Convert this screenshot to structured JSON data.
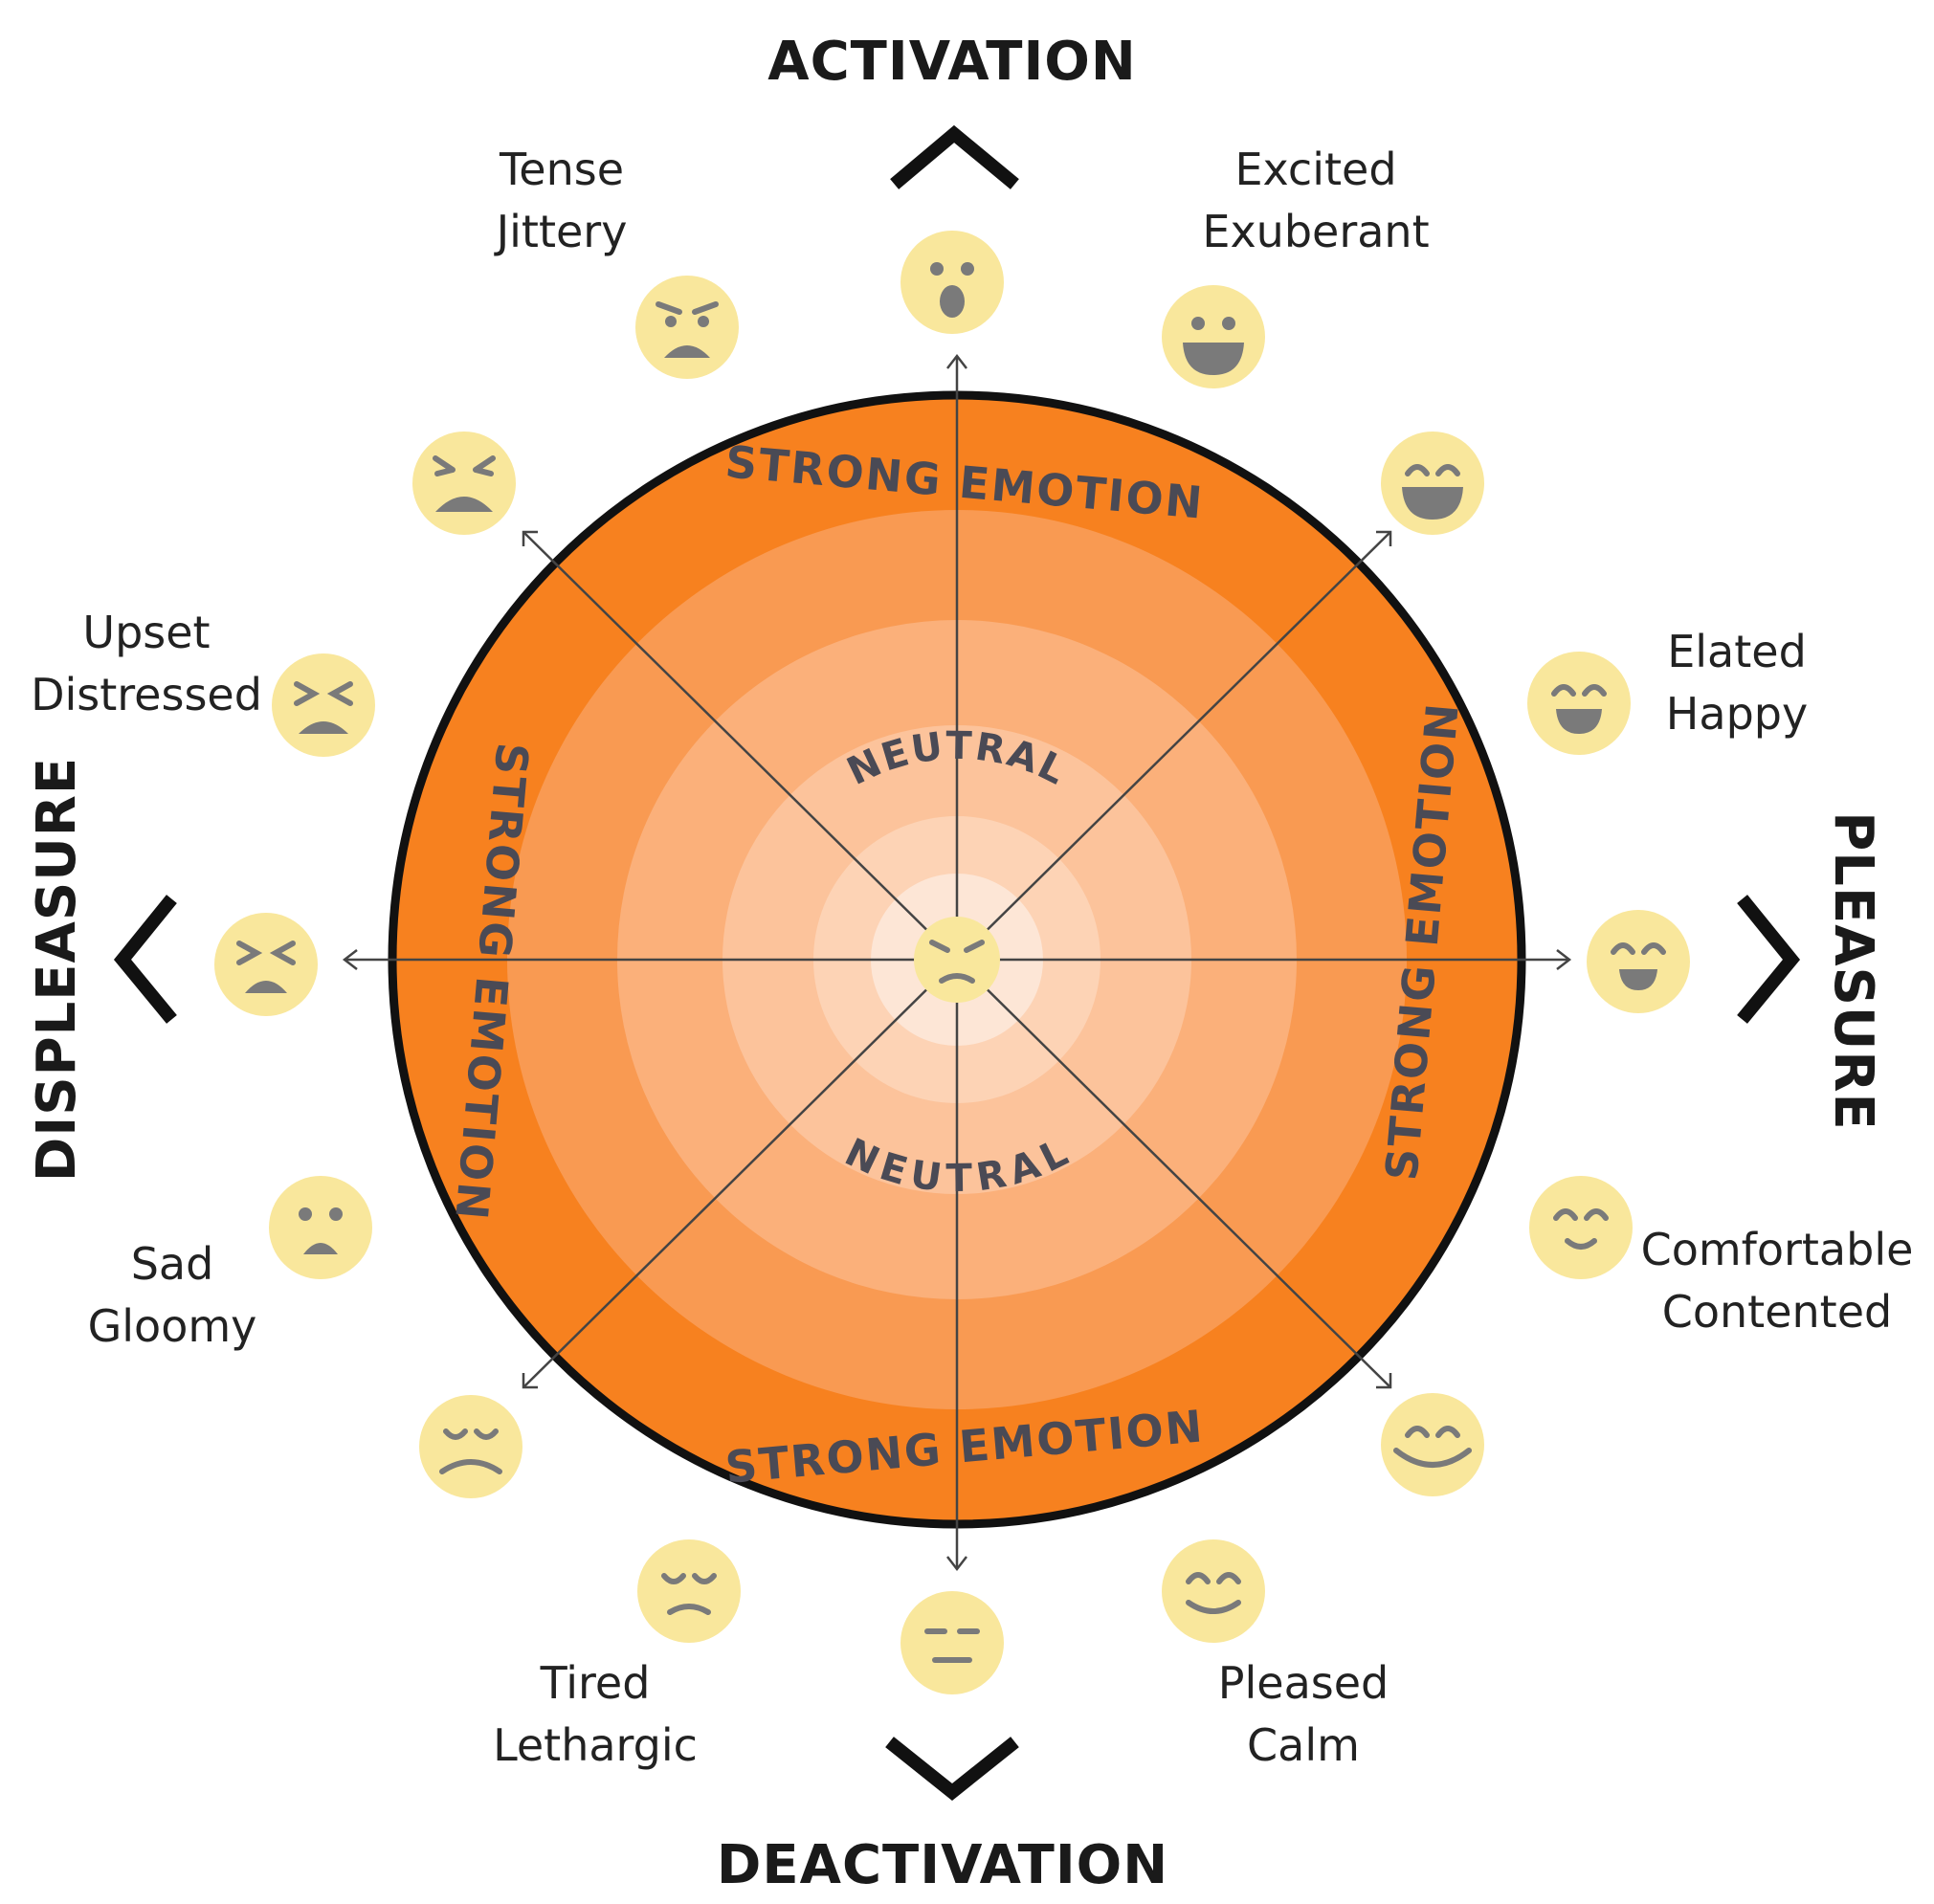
{
  "axes": {
    "top": "ACTIVATION",
    "bottom": "DEACTIVATION",
    "left": "DISPLEASURE",
    "right": "PLEASURE"
  },
  "rings": {
    "outer_label": "STRONG EMOTION",
    "center_label": "NEUTRAL"
  },
  "labels": {
    "tense": {
      "line1": "Tense",
      "line2": "Jittery"
    },
    "excited": {
      "line1": "Excited",
      "line2": "Exuberant"
    },
    "upset": {
      "line1": "Upset",
      "line2": "Distressed"
    },
    "elated": {
      "line1": "Elated",
      "line2": "Happy"
    },
    "sad": {
      "line1": "Sad",
      "line2": "Gloomy"
    },
    "comfortable": {
      "line1": "Comfortable",
      "line2": "Contented"
    },
    "tired": {
      "line1": "Tired",
      "line2": "Lethargic"
    },
    "pleased": {
      "line1": "Pleased",
      "line2": "Calm"
    }
  },
  "colors": {
    "ring_outer": "#f7811f",
    "ring_2": "#f99a52",
    "ring_3": "#fbb07a",
    "ring_4": "#fcc39b",
    "ring_5": "#fdd3b5",
    "ring_center": "#fde6d6",
    "face": "#f9e79c",
    "face_feature": "#7a7a7a",
    "outline": "#111111"
  },
  "faces": [
    "surprised-face-icon",
    "excited-face-icon",
    "laughing-face-icon",
    "happy-face-icon",
    "smiling-face-icon",
    "content-face-icon",
    "calm-smile-face-icon",
    "pleased-face-icon",
    "neutral-face-icon",
    "tired-face-icon",
    "sad-face-icon",
    "unhappy-face-icon",
    "squinting-face-icon",
    "distressed-face-icon",
    "frustrated-face-icon",
    "angry-face-icon",
    "center-face-icon"
  ]
}
